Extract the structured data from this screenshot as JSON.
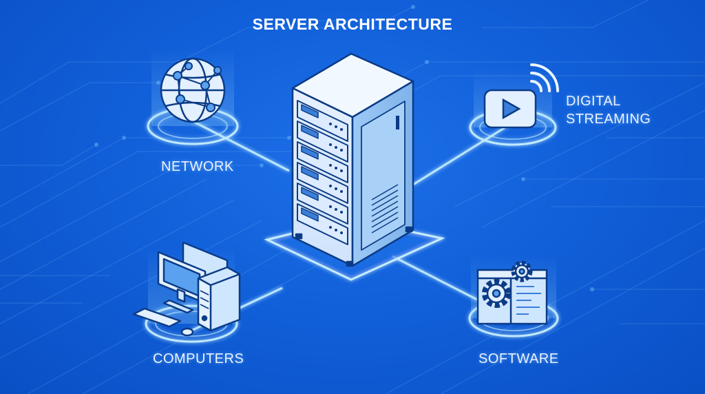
{
  "diagram": {
    "title": "SERVER ARCHITECTURE",
    "center": {
      "name": "server-rack"
    },
    "nodes": [
      {
        "id": "network",
        "label": "NETWORK",
        "icon": "globe-network-icon"
      },
      {
        "id": "streaming",
        "label_line1": "DIGITAL",
        "label_line2": "STREAMING",
        "icon": "play-stream-icon"
      },
      {
        "id": "computers",
        "label": "COMPUTERS",
        "icon": "desktop-computer-icon"
      },
      {
        "id": "software",
        "label": "SOFTWARE",
        "icon": "software-gears-icon"
      }
    ]
  },
  "colors": {
    "background": "#1160da",
    "glow": "#7fd0ff",
    "icon_fill": "#cfe6ff",
    "icon_stroke": "#0b3b86",
    "text": "#eaf3ff"
  }
}
